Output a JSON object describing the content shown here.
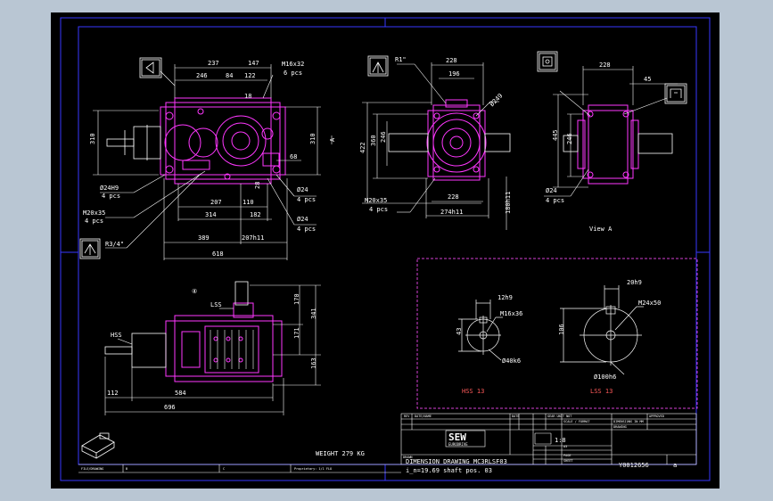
{
  "colors": {
    "background": "#b9c6d3",
    "sheet": "#000000",
    "frame": "#3838ff",
    "outline": "#ff37ff",
    "dimension": "#ffffff",
    "detail_frame": "#d33fd3",
    "shaft_label": "#ff5a5a"
  },
  "icons": [
    "dropper-icon",
    "target-icon",
    "vent-icon",
    "oil-drain-icon",
    "iso-view-icon"
  ],
  "top_view": {
    "dims": [
      "237",
      "147",
      "246",
      "84",
      "122",
      "18",
      "310",
      "310",
      "68",
      "207",
      "110",
      "28",
      "314",
      "182",
      "389",
      "207h11",
      "618"
    ],
    "callouts": {
      "m16": "M16x32",
      "m16_pcs": "6 pcs",
      "d24h9": "Ø24H9",
      "d24h9_pcs": "4 pcs",
      "m20": "M20x35",
      "m20_pcs": "4 pcs",
      "r34": "R3/4\"",
      "d24a": "Ø24",
      "d24a_pcs": "4 pcs",
      "d24b": "Ø24",
      "d24b_pcs": "4 pcs",
      "arrow_a": "A"
    }
  },
  "front_view": {
    "dims": [
      "228",
      "196",
      "Ø249",
      "422",
      "360",
      "246",
      "228",
      "274h11",
      "180h11"
    ],
    "callouts": {
      "r1": "R1\"",
      "m20": "M20x35",
      "m20_pcs": "4 pcs"
    }
  },
  "side_view": {
    "dims": [
      "228",
      "45",
      "445",
      "246"
    ],
    "callouts": {
      "d24": "Ø24",
      "d24_pcs": "4 pcs",
      "view": "View A"
    }
  },
  "bottom_view": {
    "labels": {
      "lss": "LSS",
      "hss": "HSS",
      "circle_no": "④",
      "weight": "WEIGHT 279 KG"
    },
    "dims": [
      "170",
      "341",
      "171",
      "163",
      "112",
      "584",
      "696"
    ]
  },
  "detail_hss": {
    "dims": [
      "12h9",
      "M16x36",
      "43",
      "Ø40k6"
    ],
    "title": "HSS 13"
  },
  "detail_lss": {
    "dims": [
      "20h9",
      "M24x50",
      "106",
      "Ø100h6"
    ],
    "title": "LSS 13"
  },
  "title_block": {
    "brand": "SEW",
    "brand_sub": "EURODRIVE",
    "drawing_title": "DIMENSION DRAWING  MC3RLSF03",
    "subtitle": "i_n=19.69      shaft pos. 03",
    "scale": "1:8",
    "number": "Y0012656",
    "rev": "a"
  }
}
